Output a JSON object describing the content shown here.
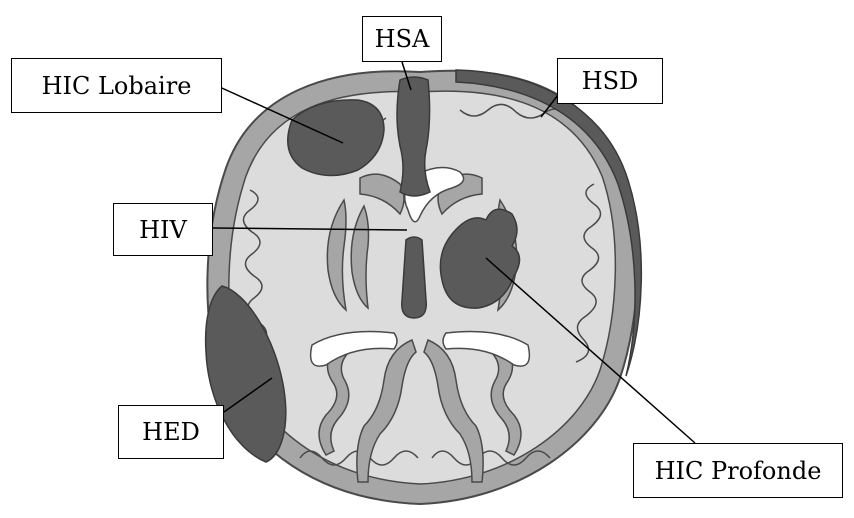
{
  "labels": {
    "hsa": "HSA",
    "hic_lobaire": "HIC Lobaire",
    "hsd": "HSD",
    "hiv": "HIV",
    "hed": "HED",
    "hic_profonde": "HIC Profonde"
  },
  "colors": {
    "background": "#ffffff",
    "brain_white_matter": "#dcdcdc",
    "cortex": "#a6a6a6",
    "cortex_outline": "#4a4a4a",
    "hemorrhage": "#5a5a5a",
    "ventricle": "#ffffff",
    "leader_line": "#000000"
  }
}
